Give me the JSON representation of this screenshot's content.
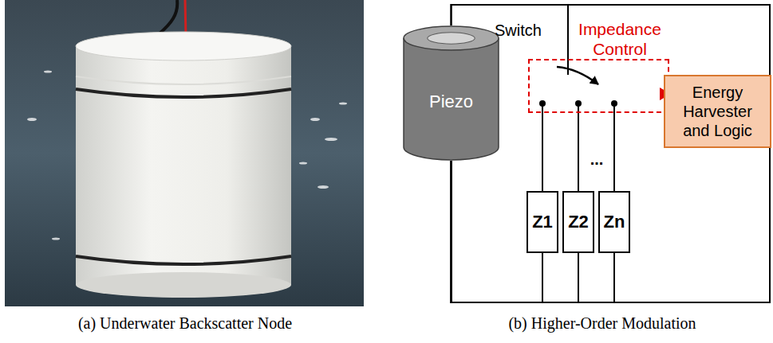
{
  "diagram": {
    "nodes": [
      {
        "text": [
          "Piezo"
        ]
      },
      {
        "text": [
          "Impedance Control"
        ]
      },
      {
        "text": [
          "Energy Harvester and Logic"
        ]
      },
      {
        "text": [
          "Z1"
        ]
      },
      {
        "text": [
          "Z2"
        ]
      },
      {
        "text": [
          "Zn"
        ]
      }
    ],
    "edges": [
      {
        "from": 0,
        "to": 1,
        "arrow": "none"
      },
      {
        "from": 0,
        "to": 2,
        "arrow": "none"
      },
      {
        "from": 2,
        "to": 1,
        "arrow": "to"
      },
      {
        "from": 1,
        "to": 3,
        "arrow": "none"
      },
      {
        "from": 1,
        "to": 4,
        "arrow": "none"
      },
      {
        "from": 1,
        "to": 5,
        "arrow": "none"
      },
      {
        "from": 0,
        "to": 3,
        "arrow": "none"
      },
      {
        "from": 0,
        "to": 4,
        "arrow": "none"
      },
      {
        "from": 0,
        "to": 5,
        "arrow": "none"
      },
      {
        "from": 2,
        "to": 0,
        "arrow": "none"
      }
    ],
    "labels": [
      "Switch",
      "...",
      "(a) Underwater Backscatter Node",
      "(b) Higher-Order Modulation"
    ]
  }
}
